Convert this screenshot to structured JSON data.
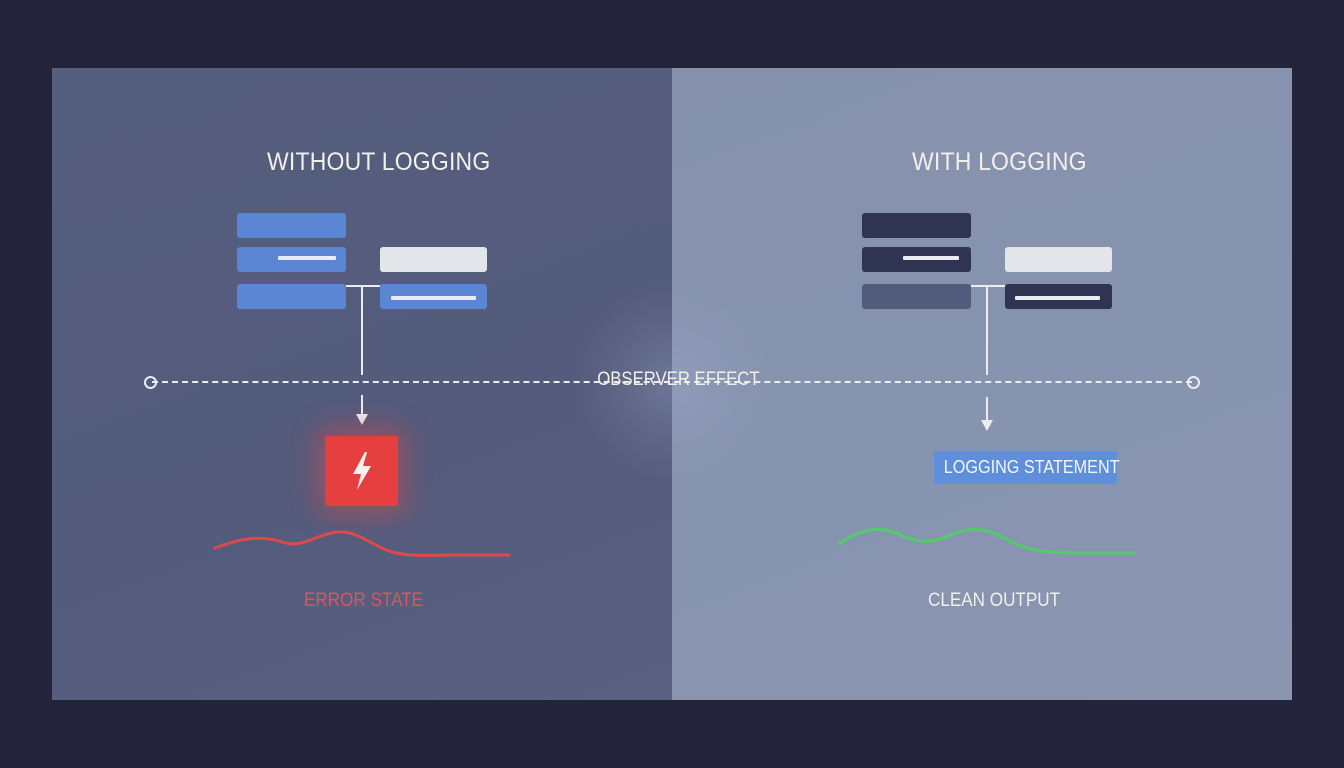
{
  "left": {
    "title": "WITHOUT LOGGING",
    "caption": "ERROR STATE",
    "status_icon": "lightning-bolt-icon",
    "block_color": "#5a86d4",
    "highlight_color": "#e2e5ea",
    "error_color": "#e5403f",
    "wave_color": "#dc4a4e"
  },
  "center": {
    "label": "OBSERVER EFFECT"
  },
  "right": {
    "title": "WITH LOGGING",
    "caption": "CLEAN OUTPUT",
    "logging_label": "LOGGING STATEMENT",
    "block_color": "#2f3452",
    "highlight_color": "#e2e5ea",
    "logging_color": "#5f8fdb",
    "wave_color": "#54cc6a"
  },
  "colors": {
    "background": "#23243a",
    "left_panel": "#565e7e",
    "right_panel": "#8792ae",
    "line": "#e9ecf3"
  }
}
